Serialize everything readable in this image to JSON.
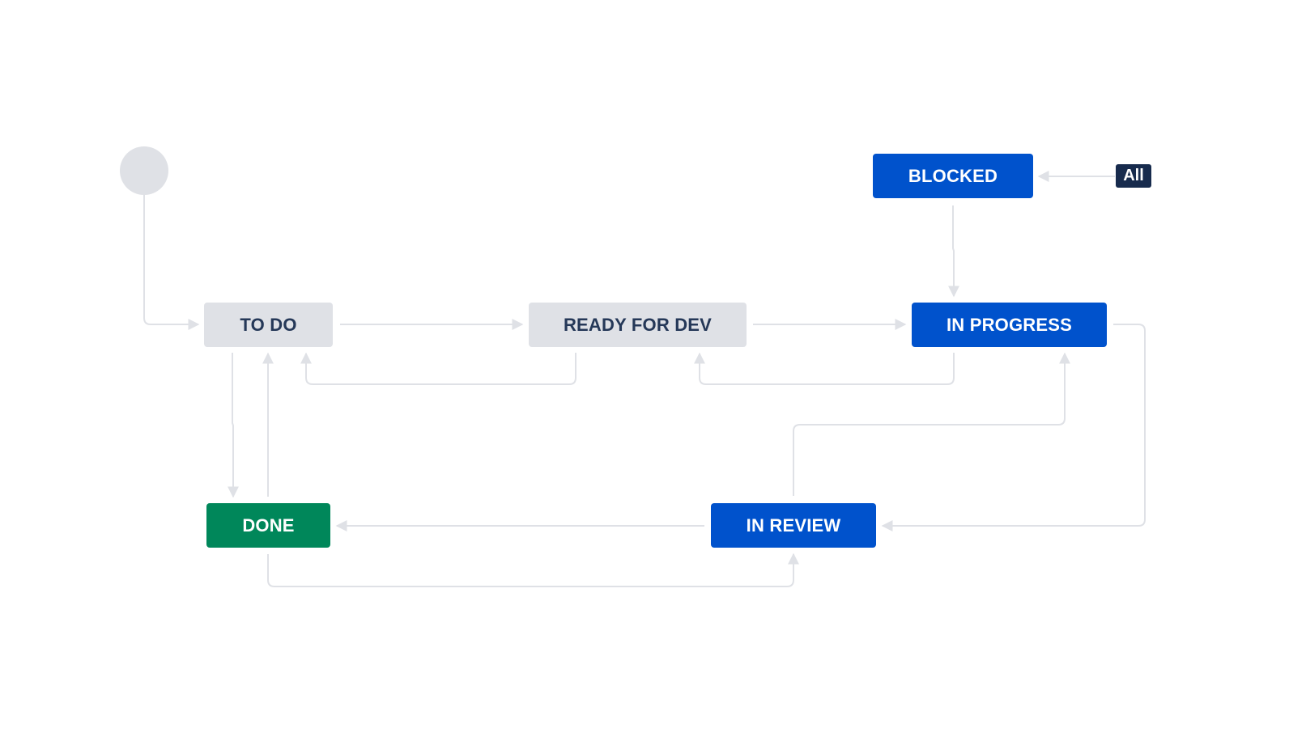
{
  "workflow": {
    "statuses": {
      "todo": "TO DO",
      "ready_for_dev": "READY FOR DEV",
      "in_progress": "IN PROGRESS",
      "blocked": "BLOCKED",
      "done": "DONE",
      "in_review": "IN REVIEW"
    },
    "all_badge": "All",
    "colors": {
      "todo_category": "#dfe1e6",
      "in_progress_category": "#0052cc",
      "done_category": "#00875a",
      "all_badge": "#172b4d",
      "connector": "#dfe1e6",
      "dark_text": "#253858"
    }
  }
}
